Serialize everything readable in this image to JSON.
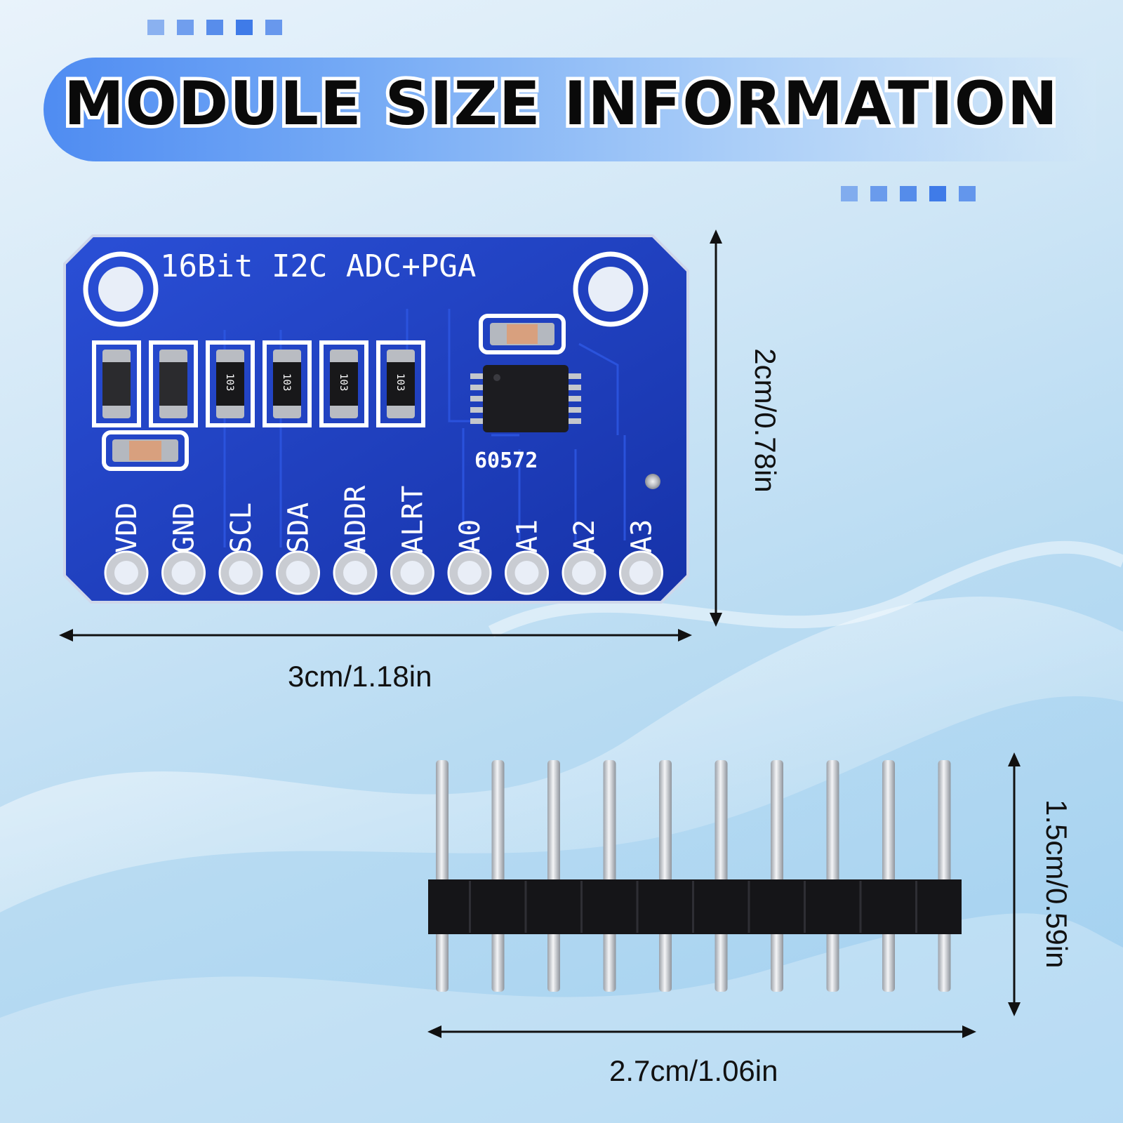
{
  "banner": {
    "title": "MODULE SIZE INFORMATION"
  },
  "board": {
    "silkscreen_title": "16Bit I2C ADC+PGA",
    "chip_marking": "60572",
    "resistor_code": "103",
    "pin_labels": [
      "VDD",
      "GND",
      "SCL",
      "SDA",
      "ADDR",
      "ALRT",
      "A0",
      "A1",
      "A2",
      "A3"
    ],
    "width_label": "3cm/1.18in",
    "height_label": "2cm/0.78in"
  },
  "header_pins": {
    "pin_count": 10,
    "width_label": "2.7cm/1.06in",
    "height_label": "1.5cm/0.59in"
  },
  "colors": {
    "pcb_blue": "#1f3fc4",
    "banner_blue": "#4f8cf2",
    "deco_blue": "#3f7be8"
  }
}
